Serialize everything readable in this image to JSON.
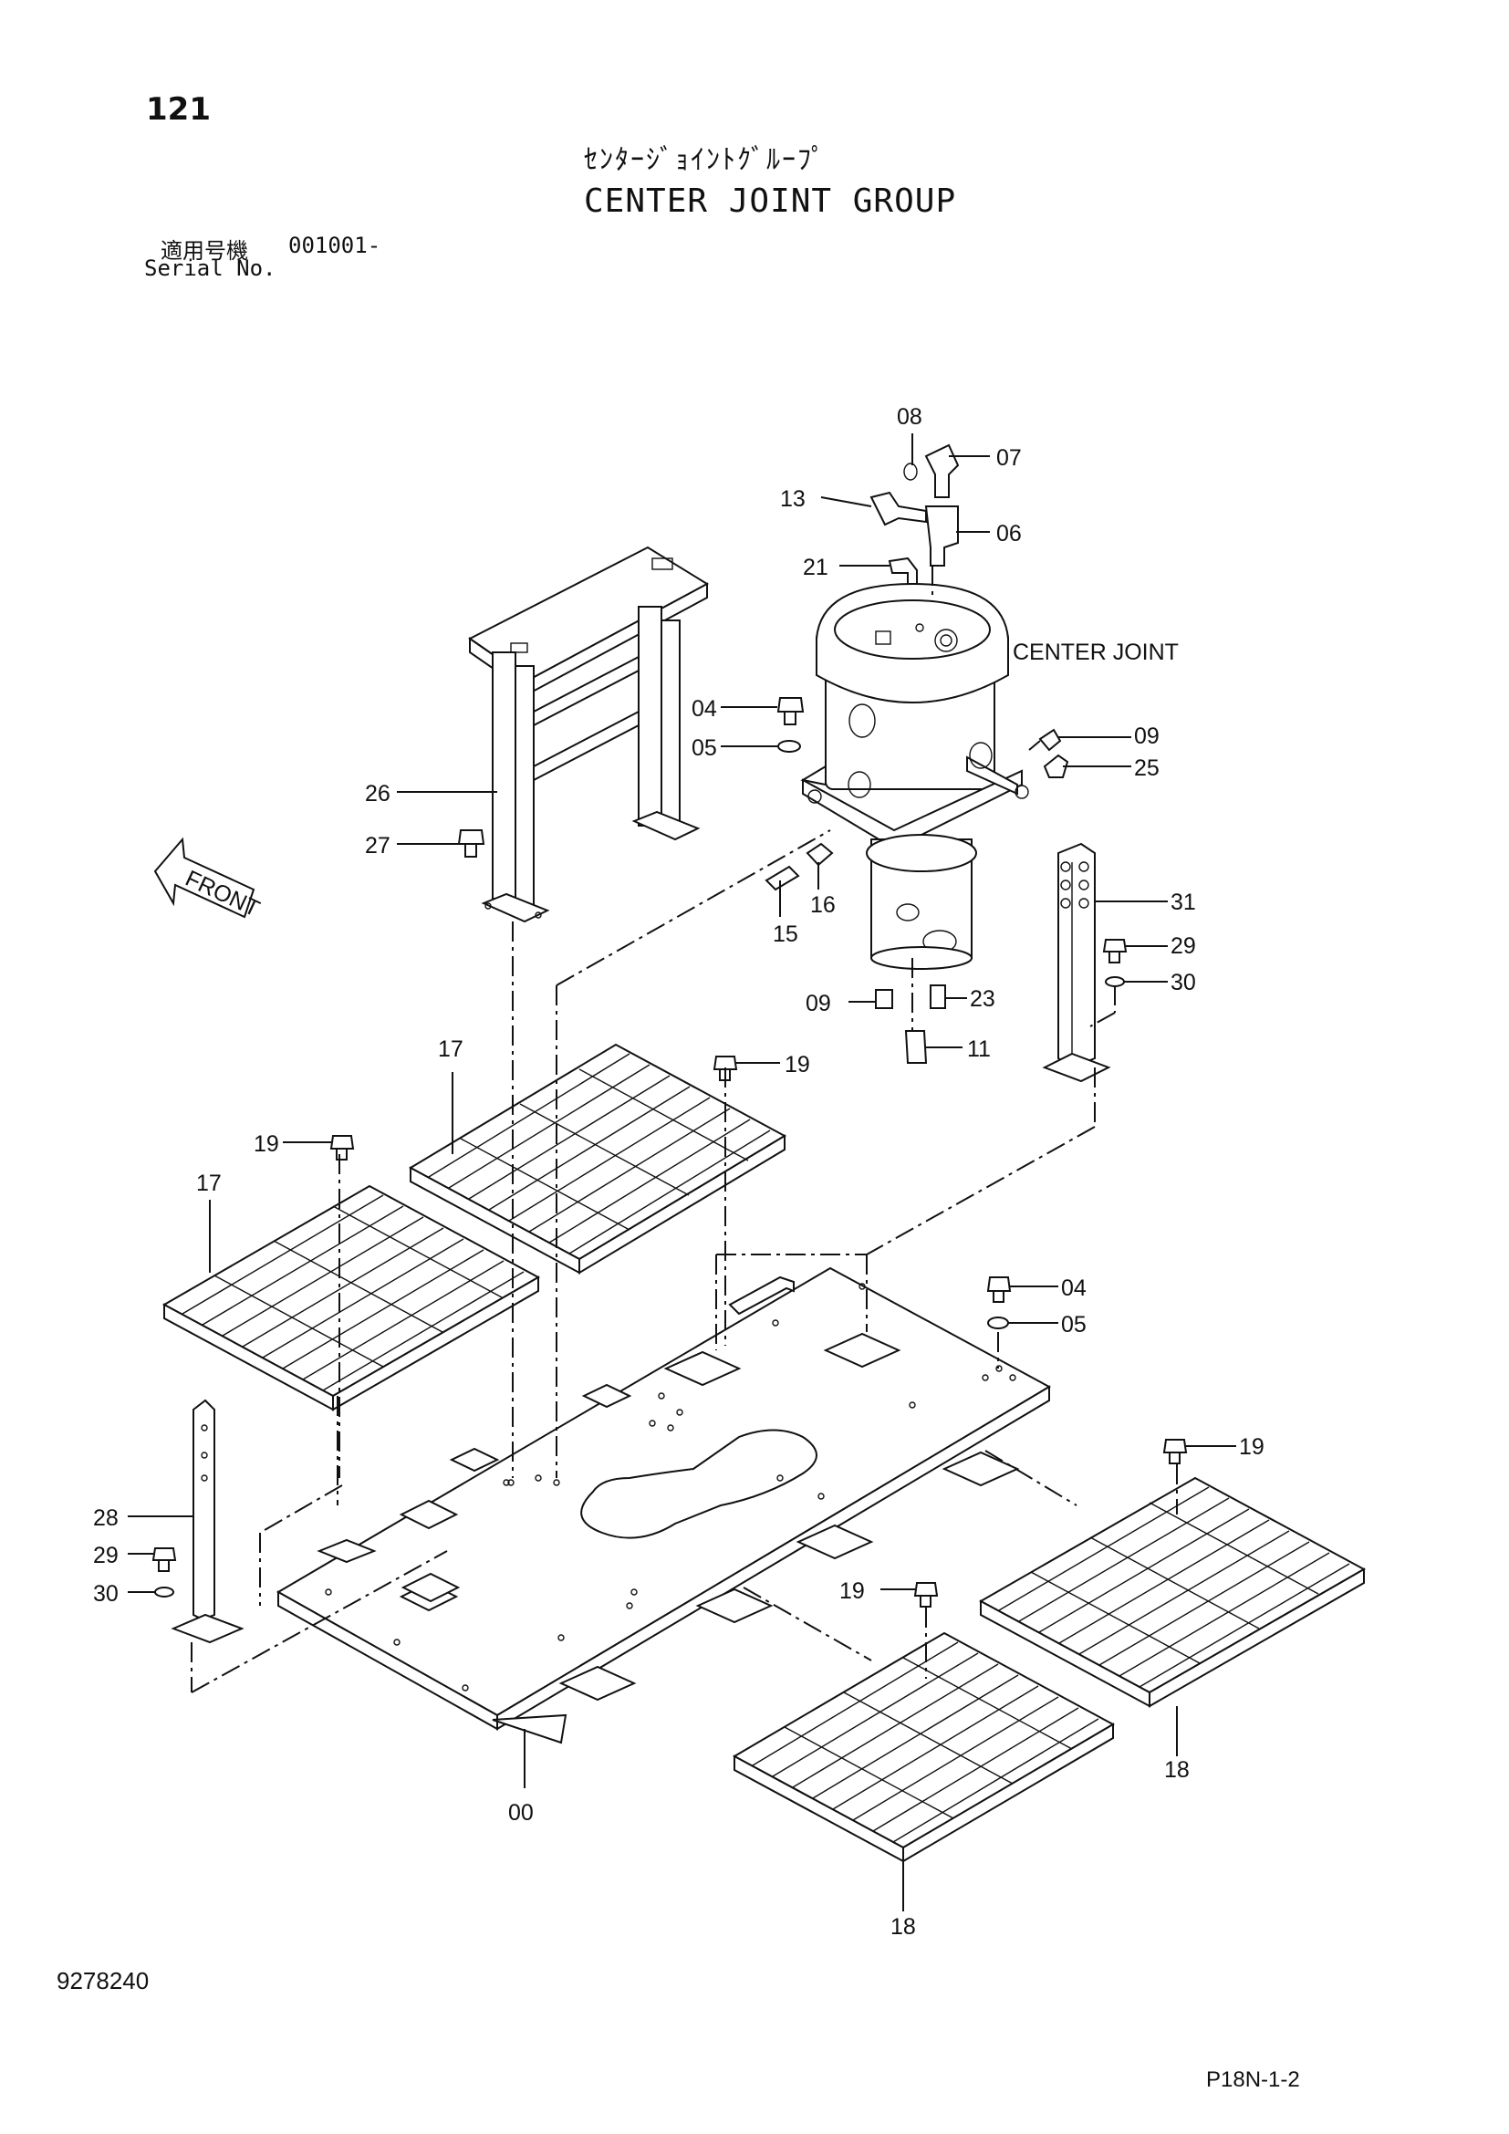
{
  "header": {
    "page_number": "121",
    "title_jp": "ｾﾝﾀｰｼﾞｮｲﾝﾄｸﾞﾙｰﾌﾟ",
    "title_en": "CENTER JOINT GROUP",
    "serial_label_jp": "適用号機",
    "serial_value": "001001-",
    "serial_label_en": "Serial No."
  },
  "footer": {
    "drawing_number": "9278240",
    "page_code": "P18N-1-2"
  },
  "diagram": {
    "center_joint_label": "CENTER JOINT",
    "front_label": "FRONT",
    "part_labels": {
      "p00": "00",
      "p04a": "04",
      "p05a": "05",
      "p04b": "04",
      "p05b": "05",
      "p06": "06",
      "p07": "07",
      "p08": "08",
      "p09a": "09",
      "p09b": "09",
      "p11": "11",
      "p13": "13",
      "p15": "15",
      "p16": "16",
      "p17a": "17",
      "p17b": "17",
      "p18a": "18",
      "p18b": "18",
      "p19a": "19",
      "p19b": "19",
      "p19c": "19",
      "p19d": "19",
      "p21": "21",
      "p23": "23",
      "p25": "25",
      "p26": "26",
      "p27": "27",
      "p28": "28",
      "p29a": "29",
      "p29b": "29",
      "p30a": "30",
      "p30b": "30",
      "p31": "31"
    }
  }
}
